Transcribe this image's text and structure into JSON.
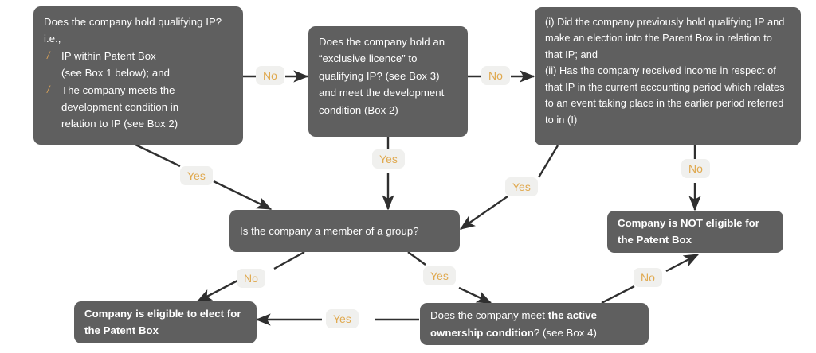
{
  "diagram": {
    "title": "Patent Box eligibility decision flowchart",
    "colors": {
      "node_fill": "#5f5f5f",
      "node_text": "#ffffff",
      "label_text": "#e0a94f",
      "label_fill": "#f0f0ee",
      "arrow": "#2f2f2f",
      "bullet": "#d9a259",
      "background": "#ffffff"
    }
  },
  "nodes": {
    "q_qualifying_ip": {
      "intro": "Does the company hold qualifying IP? i.e.,",
      "bullets": [
        {
          "line1": "IP within Patent Box",
          "line2": "(see Box 1 below); and"
        },
        {
          "line1": "The company meets the",
          "line2": "development condition in",
          "line3": "relation to IP (see Box 2)"
        }
      ]
    },
    "q_exclusive_licence": {
      "text": "Does the company hold an “exclusive licence” to qualifying IP? (see Box 3) and meet the development condition (Box 2)"
    },
    "q_previous_election": {
      "line_i": "(i) Did the company previously hold qualifying IP and make an election into the Parent Box in relation to that IP; and",
      "line_ii": "(ii) Has the company received income in respect of that IP in the current accounting period which relates to an event taking place  in the earlier period referred to in (I)"
    },
    "q_group_member": {
      "text": "Is the company a member of a group?"
    },
    "q_active_ownership": {
      "lead": "Does the company meet ",
      "strong": "the active ownership condition",
      "tail": "? (see Box 4)"
    },
    "r_not_eligible": {
      "text": "Company is NOT eligible for the Patent Box"
    },
    "r_eligible": {
      "text": "Company is eligible to elect for the Patent Box"
    }
  },
  "edges": [
    {
      "id": "e1",
      "from": "q_qualifying_ip",
      "to": "q_exclusive_licence",
      "label": "No"
    },
    {
      "id": "e2",
      "from": "q_exclusive_licence",
      "to": "q_previous_election",
      "label": "No"
    },
    {
      "id": "e3",
      "from": "q_qualifying_ip",
      "to": "q_group_member",
      "label": "Yes"
    },
    {
      "id": "e4",
      "from": "q_exclusive_licence",
      "to": "q_group_member",
      "label": "Yes"
    },
    {
      "id": "e5",
      "from": "q_previous_election",
      "to": "q_group_member",
      "label": "Yes"
    },
    {
      "id": "e6",
      "from": "q_previous_election",
      "to": "r_not_eligible",
      "label": "No"
    },
    {
      "id": "e7",
      "from": "q_group_member",
      "to": "r_eligible",
      "label": "No"
    },
    {
      "id": "e8",
      "from": "q_group_member",
      "to": "q_active_ownership",
      "label": "Yes"
    },
    {
      "id": "e9",
      "from": "q_active_ownership",
      "to": "r_eligible",
      "label": "Yes"
    },
    {
      "id": "e10",
      "from": "q_active_ownership",
      "to": "r_not_eligible",
      "label": "No"
    }
  ],
  "edge_labels": {
    "no_1": "No",
    "no_2": "No",
    "yes_left": "Yes",
    "yes_mid": "Yes",
    "yes_right": "Yes",
    "no_right_down": "No",
    "no_group": "No",
    "yes_group": "Yes",
    "yes_bottom": "Yes",
    "no_bottom": "No"
  }
}
